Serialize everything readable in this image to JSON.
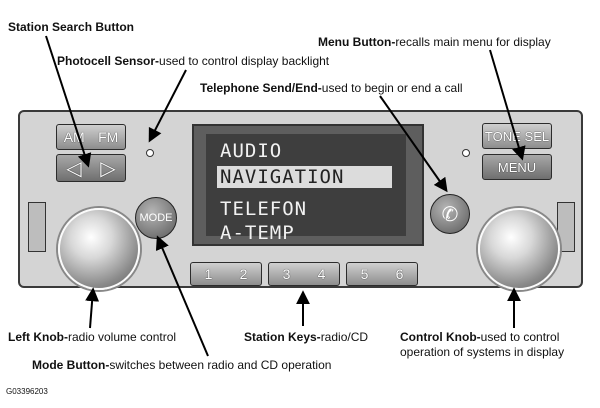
{
  "callouts": {
    "station_search": {
      "title": "Station Search Button",
      "desc": ""
    },
    "photocell": {
      "title": "Photocell Sensor-",
      "desc": "used to control display backlight"
    },
    "menu": {
      "title": "Menu Button-",
      "desc": "recalls main menu for display"
    },
    "telephone": {
      "title": "Telephone Send/End-",
      "desc": "used to begin or end a call"
    },
    "left_knob": {
      "title": "Left Knob-",
      "desc": "radio volume control"
    },
    "station_keys": {
      "title": "Station Keys-",
      "desc": "radio/CD"
    },
    "control_knob": {
      "title": "Control Knob-",
      "desc": "used to control operation of systems in display"
    },
    "mode": {
      "title": "Mode Button-",
      "desc": "switches between radio and CD operation"
    }
  },
  "radio": {
    "am_label": "AM",
    "fm_label": "FM",
    "seek_left": "◁",
    "seek_right": "▷",
    "mode_label": "MODE",
    "tone_label": "TONE",
    "sel_label": "SEL",
    "menu_label": "MENU",
    "phone_glyph": "✆",
    "display": {
      "lines": [
        "AUDIO",
        "NAVIGATION",
        "TELEFON",
        "A-TEMP"
      ],
      "selected_index": 1
    },
    "station_keys": [
      {
        "a": "1",
        "b": "2"
      },
      {
        "a": "3",
        "b": "4"
      },
      {
        "a": "5",
        "b": "6"
      }
    ]
  },
  "figure_id": "G03396203"
}
